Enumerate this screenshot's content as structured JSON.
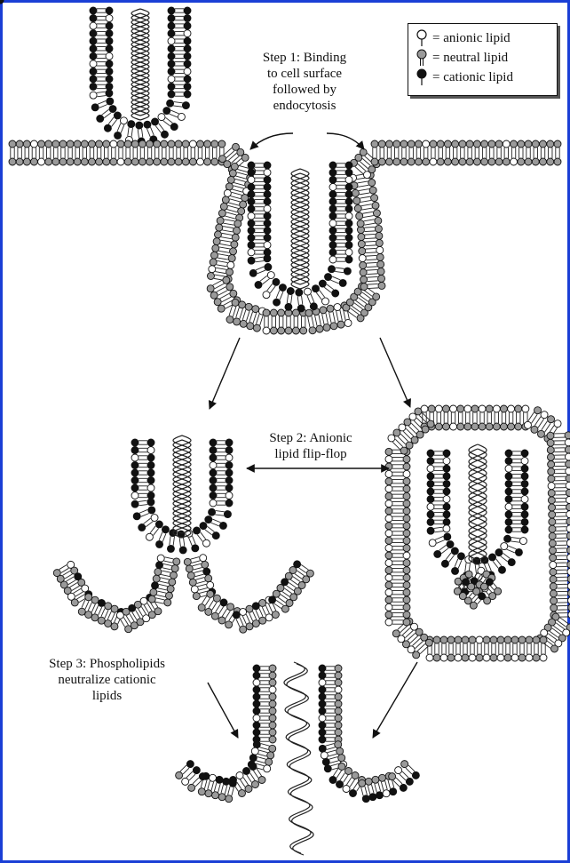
{
  "legend": {
    "items": [
      {
        "symbol": "anionic",
        "label": "= anionic lipid",
        "color": "#ffffff"
      },
      {
        "symbol": "neutral",
        "label": "= neutral lipid",
        "color": "#9a9a9a"
      },
      {
        "symbol": "cationic",
        "label": "= cationic lipid",
        "color": "#111111"
      }
    ]
  },
  "steps": {
    "step1": "Step 1: Binding\nto cell surface\nfollowed by\nendocytosis",
    "step2": "Step 2:  Anionic\nlipid flip-flop",
    "step3": "Step 3:  Phospholipids\nneutralize cationic\nlipids"
  },
  "colors": {
    "border": "#1a3fd6",
    "neutral": "#9a9a9a",
    "cationic": "#111111",
    "anionic": "#ffffff"
  }
}
